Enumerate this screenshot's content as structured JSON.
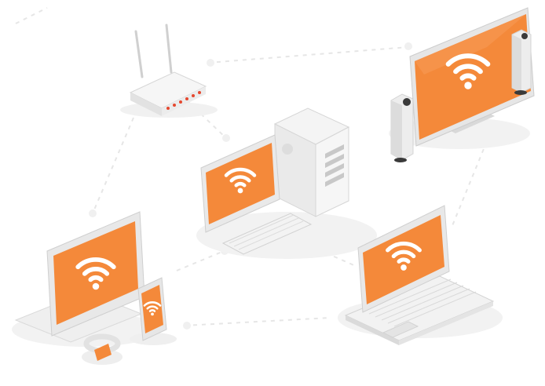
{
  "scene": {
    "colors": {
      "screen_orange": "#F4893A",
      "screen_orange_dark": "#E0722A",
      "device_white": "#F6F6F6",
      "device_light": "#EDEDED",
      "device_mid": "#D9D9D9",
      "device_dark": "#BDBDBD",
      "speaker_dark": "#3A3A3A",
      "router_led": "#E5482F",
      "dashed_link": "#E6E6E6",
      "node_dot": "#F2F2F2",
      "shadow": "#F1F1F1",
      "wifi_icon": "#FFFFFF"
    },
    "devices": [
      {
        "name": "router",
        "icon": "router-icon"
      },
      {
        "name": "tv-with-speakers",
        "icon": "tv-icon"
      },
      {
        "name": "desktop-pc",
        "icon": "desktop-icon"
      },
      {
        "name": "tablet",
        "icon": "tablet-icon"
      },
      {
        "name": "smartphone",
        "icon": "smartphone-icon"
      },
      {
        "name": "smart-band",
        "icon": "wristband-icon"
      },
      {
        "name": "laptop",
        "icon": "laptop-icon"
      }
    ],
    "connection_icon": "wifi-icon"
  }
}
